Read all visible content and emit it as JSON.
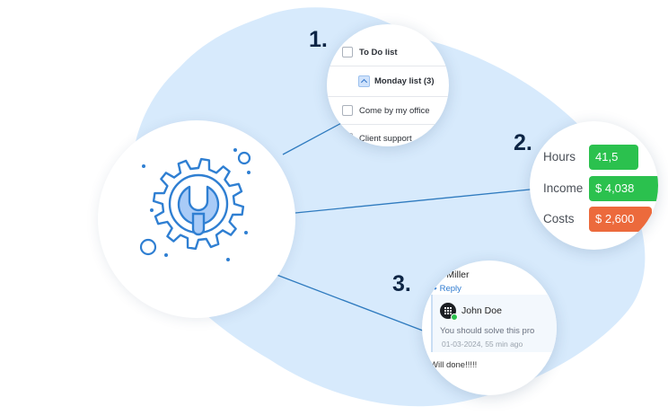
{
  "colors": {
    "blob": "#d7eafc",
    "connector": "#2f7bbf",
    "icon_stroke": "#2f7fd2",
    "icon_fill": "#a9cbf7",
    "number": "#0d2545",
    "hours_green": "#2bc14e",
    "income_green": "#2bc14e",
    "costs_orange": "#ec6a3c"
  },
  "hub": {
    "icon": "gear-wrench-icon"
  },
  "step_numbers": [
    "1.",
    "2.",
    "3."
  ],
  "todo": {
    "title": "To Do list",
    "group": "Monday list (3)",
    "items": [
      "Come by my office",
      "Client support"
    ]
  },
  "stats": {
    "rows": [
      {
        "label": "Hours",
        "value": "41,5"
      },
      {
        "label": "Income",
        "value": "$ 4,038"
      },
      {
        "label": "Costs",
        "value": "$ 2,600"
      }
    ]
  },
  "chat": {
    "author": "ck Miller",
    "reply_label": "Reply",
    "quoted_author": "John Doe",
    "quoted_message": "You should solve this pro",
    "quoted_meta": "01-03-2024, 55 min ago",
    "response": "Will done!!!!!"
  }
}
